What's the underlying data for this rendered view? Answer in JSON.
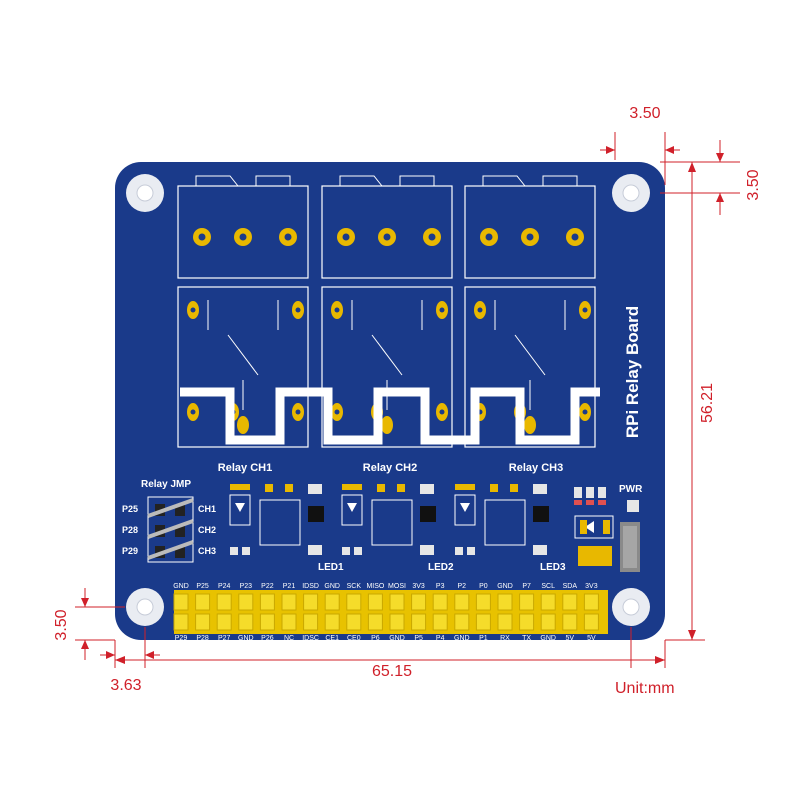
{
  "board": {
    "title": "RPi Relay Board",
    "colors": {
      "pcb": "#1a3a8a",
      "pcb_dark": "#142f72",
      "silk": "#ffffff",
      "gold": "#e8b800",
      "dim": "#d0202a"
    },
    "relays": [
      {
        "label": "Relay CH1",
        "led": "LED1"
      },
      {
        "label": "Relay CH2",
        "led": "LED2"
      },
      {
        "label": "Relay CH3",
        "led": "LED3"
      }
    ],
    "jumper": {
      "title": "Relay JMP",
      "pins": [
        "P25",
        "P28",
        "P29"
      ],
      "channels": [
        "CH1",
        "CH2",
        "CH3"
      ]
    },
    "pwr_label": "PWR",
    "header_top_labels": [
      "GND",
      "P25",
      "P24",
      "P23",
      "P22",
      "P21",
      "IDSD",
      "GND",
      "SCK",
      "MISO",
      "MOSI",
      "3V3",
      "P3",
      "P2",
      "P0",
      "GND",
      "P7",
      "SCL",
      "SDA",
      "3V3"
    ],
    "header_bottom_labels": [
      "P29",
      "P28",
      "P27",
      "GND",
      "P26",
      "NC",
      "IDSC",
      "CE1",
      "CE0",
      "P6",
      "GND",
      "P5",
      "P4",
      "GND",
      "P1",
      "RX",
      "TX",
      "GND",
      "5V",
      "5V"
    ]
  },
  "dimensions": {
    "top_hole_offset": "3.50",
    "right_hole_offset": "3.50",
    "height": "56.21",
    "bottom_hole_offset": "3.50",
    "left_hole_offset": "3.63",
    "width": "65.15",
    "unit": "Unit:mm"
  }
}
